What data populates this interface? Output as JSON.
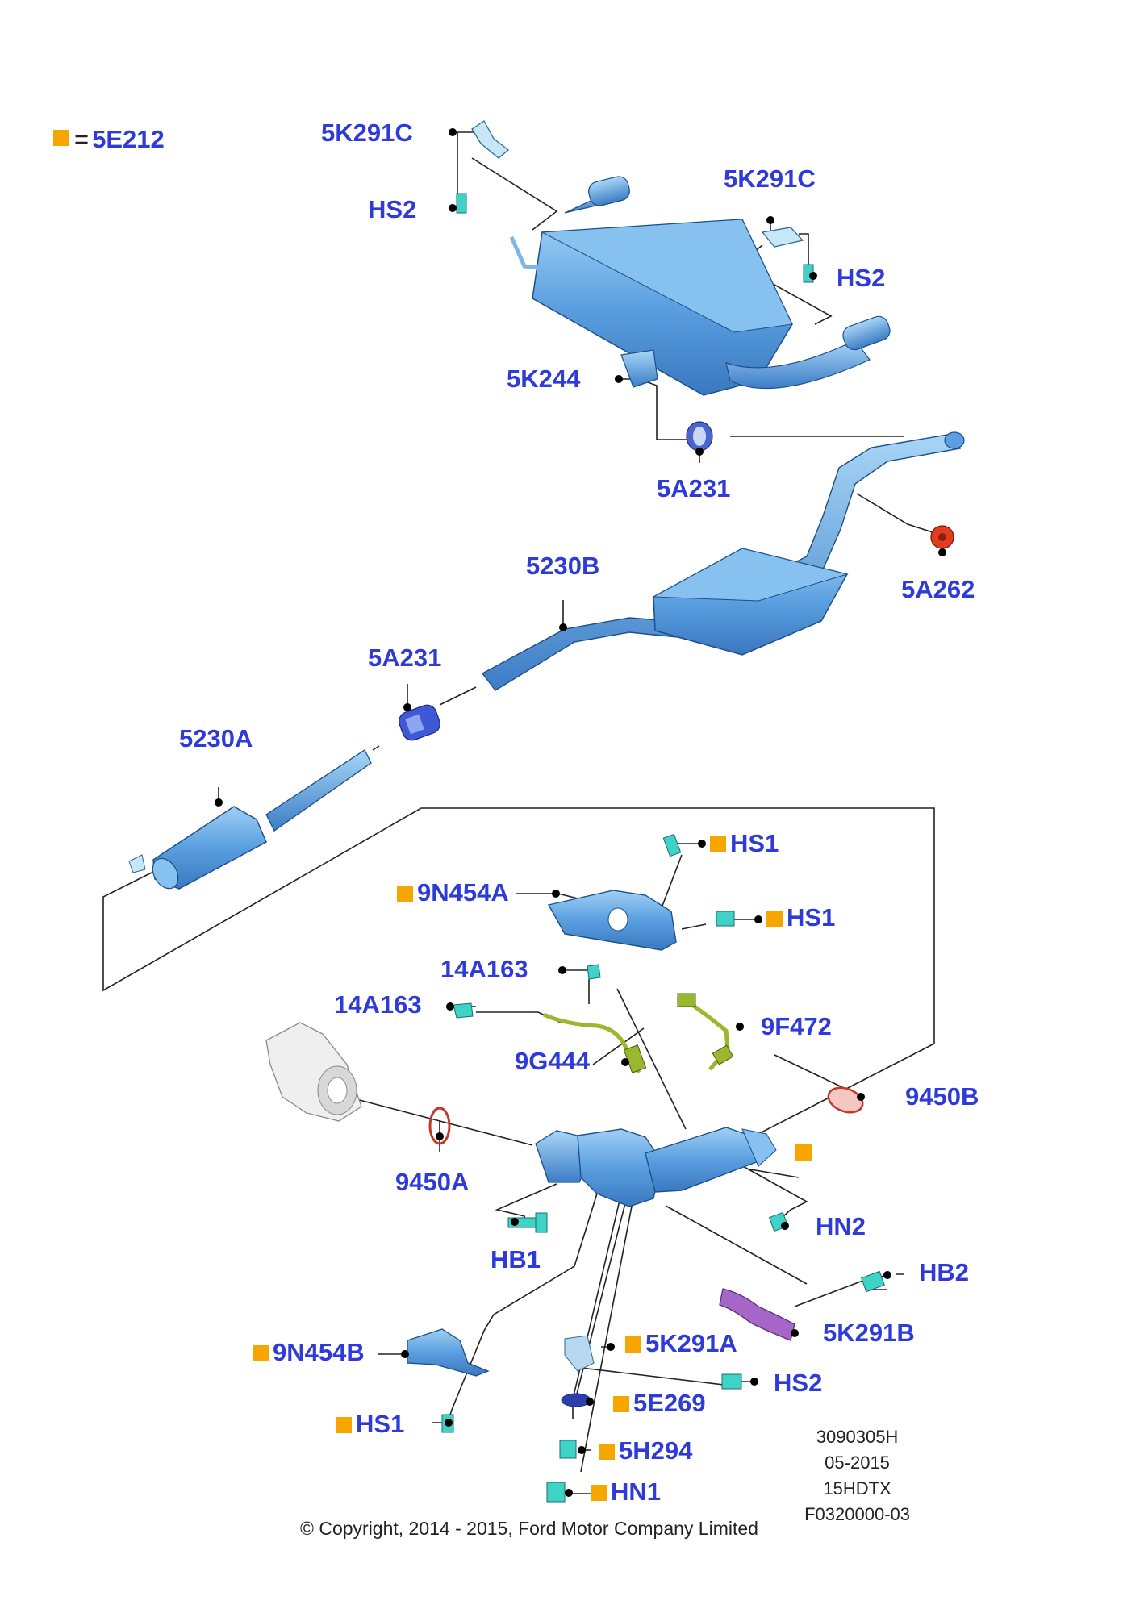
{
  "legend": {
    "symbol_color": "#f7a600",
    "equals": "=",
    "label": "5E212"
  },
  "labels": {
    "k291c_top": "5K291C",
    "hs2_top": "HS2",
    "k291c_right": "5K291C",
    "hs2_right": "HS2",
    "k244": "5K244",
    "a231_top": "5A231",
    "a262": "5A262",
    "p5230b": "5230B",
    "a231_mid": "5A231",
    "p5230a": "5230A",
    "hs1_top": "HS1",
    "n454a": "9N454A",
    "hs1_right": "HS1",
    "a163_1": "14A163",
    "a163_2": "14A163",
    "f472": "9F472",
    "g444": "9G444",
    "b9450": "9450B",
    "a9450": "9450A",
    "hn2": "HN2",
    "hb1": "HB1",
    "hb2": "HB2",
    "k291b": "5K291B",
    "n454b": "9N454B",
    "k291a": "5K291A",
    "hs2_bottom": "HS2",
    "e269": "5E269",
    "hs1_bottom": "HS1",
    "h294": "5H294",
    "hn1": "HN1"
  },
  "doc_codes": [
    "3090305H",
    "05-2015",
    "15HDTX",
    "F0320000-03"
  ],
  "copyright": "© Copyright, 2014 - 2015, Ford Motor Company Limited",
  "colors": {
    "label_blue": "#2e3bd8",
    "part_blue": "#5b9fe0",
    "fastener_teal": "#3fd3c8",
    "sensor_green": "#9ab82e",
    "gasket_red": "#c0392b",
    "gasket_purple": "#a566c8",
    "highlight_orange": "#f7a600"
  }
}
